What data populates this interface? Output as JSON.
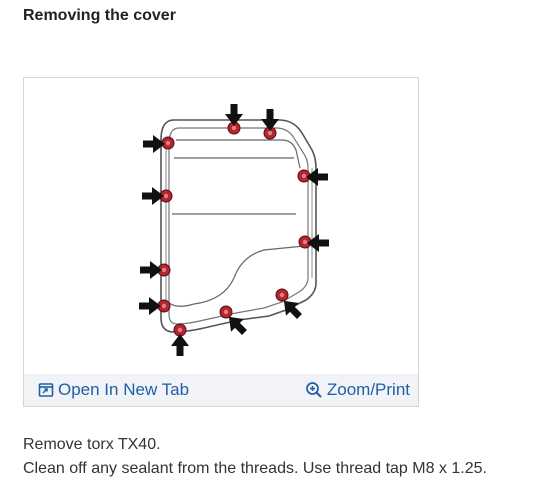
{
  "header": {
    "title": "Removing the cover"
  },
  "figure": {
    "open_tab_label": "Open In New Tab",
    "zoom_label": "Zoom/Print",
    "open_tab_icon": "open-new-tab-icon",
    "zoom_icon": "zoom-in-icon",
    "bolt_color": "#b32630",
    "arrow_color": "#111111",
    "link_color": "#1f5fa8"
  },
  "instructions": {
    "line_1": "Remove torx TX40.",
    "line_2": "Clean off any sealant from the threads. Use thread tap M8 x 1.25."
  }
}
